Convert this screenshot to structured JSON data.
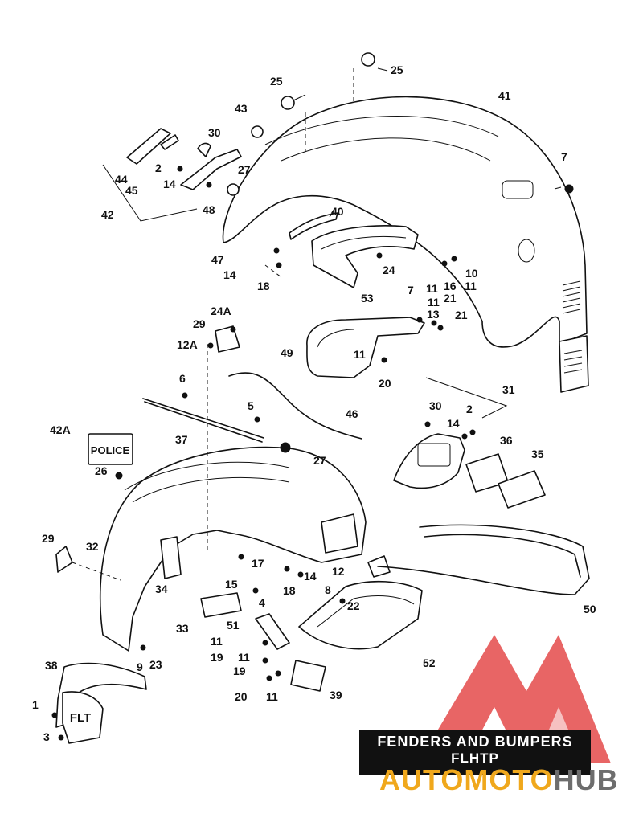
{
  "title_badge": {
    "line1": "FENDERS AND BUMPERS",
    "line2": "FLHTP"
  },
  "decal_text": "POLICE",
  "tip_emblem_text": "FLT",
  "watermark": {
    "part1": "AUTOMOTO",
    "part2": "HUB",
    "colors": {
      "red": "#e23a3a",
      "orange": "#f0a81c",
      "gray": "#6d6d6d"
    }
  },
  "callouts": [
    {
      "id": "c25a",
      "label": "25"
    },
    {
      "id": "c25b",
      "label": "25"
    },
    {
      "id": "c41",
      "label": "41"
    },
    {
      "id": "c43",
      "label": "43"
    },
    {
      "id": "c30a",
      "label": "30"
    },
    {
      "id": "c2a",
      "label": "2"
    },
    {
      "id": "c14a",
      "label": "14"
    },
    {
      "id": "c27a",
      "label": "27"
    },
    {
      "id": "c44",
      "label": "44"
    },
    {
      "id": "c45",
      "label": "45"
    },
    {
      "id": "c48",
      "label": "48"
    },
    {
      "id": "c42",
      "label": "42"
    },
    {
      "id": "c7a",
      "label": "7"
    },
    {
      "id": "c40",
      "label": "40"
    },
    {
      "id": "c47",
      "label": "47"
    },
    {
      "id": "c14b",
      "label": "14"
    },
    {
      "id": "c18a",
      "label": "18"
    },
    {
      "id": "c24",
      "label": "24"
    },
    {
      "id": "c10",
      "label": "10"
    },
    {
      "id": "c16",
      "label": "16"
    },
    {
      "id": "c11a",
      "label": "11"
    },
    {
      "id": "c21a",
      "label": "21"
    },
    {
      "id": "c11b",
      "label": "11"
    },
    {
      "id": "c53",
      "label": "53"
    },
    {
      "id": "c7b",
      "label": "7"
    },
    {
      "id": "c11c",
      "label": "11"
    },
    {
      "id": "c13",
      "label": "13"
    },
    {
      "id": "c21b",
      "label": "21"
    },
    {
      "id": "c24A",
      "label": "24A"
    },
    {
      "id": "c29a",
      "label": "29"
    },
    {
      "id": "c12A",
      "label": "12A"
    },
    {
      "id": "c49",
      "label": "49"
    },
    {
      "id": "c11d",
      "label": "11"
    },
    {
      "id": "c20a",
      "label": "20"
    },
    {
      "id": "c6",
      "label": "6"
    },
    {
      "id": "c31",
      "label": "31"
    },
    {
      "id": "c5",
      "label": "5"
    },
    {
      "id": "c46",
      "label": "46"
    },
    {
      "id": "c30b",
      "label": "30"
    },
    {
      "id": "c14c",
      "label": "14"
    },
    {
      "id": "c2b",
      "label": "2"
    },
    {
      "id": "c42A",
      "label": "42A"
    },
    {
      "id": "c37",
      "label": "37"
    },
    {
      "id": "c27b",
      "label": "27"
    },
    {
      "id": "c36",
      "label": "36"
    },
    {
      "id": "c35",
      "label": "35"
    },
    {
      "id": "c26",
      "label": "26"
    },
    {
      "id": "c29b",
      "label": "29"
    },
    {
      "id": "c32",
      "label": "32"
    },
    {
      "id": "c34",
      "label": "34"
    },
    {
      "id": "c17",
      "label": "17"
    },
    {
      "id": "c15",
      "label": "15"
    },
    {
      "id": "c14d",
      "label": "14"
    },
    {
      "id": "c18b",
      "label": "18"
    },
    {
      "id": "c4",
      "label": "4"
    },
    {
      "id": "c12",
      "label": "12"
    },
    {
      "id": "c8",
      "label": "8"
    },
    {
      "id": "c22",
      "label": "22"
    },
    {
      "id": "c50",
      "label": "50"
    },
    {
      "id": "c33",
      "label": "33"
    },
    {
      "id": "c51",
      "label": "51"
    },
    {
      "id": "c11e",
      "label": "11"
    },
    {
      "id": "c19a",
      "label": "19"
    },
    {
      "id": "c11f",
      "label": "11"
    },
    {
      "id": "c19b",
      "label": "19"
    },
    {
      "id": "c52",
      "label": "52"
    },
    {
      "id": "c9",
      "label": "9"
    },
    {
      "id": "c23",
      "label": "23"
    },
    {
      "id": "c38",
      "label": "38"
    },
    {
      "id": "c20b",
      "label": "20"
    },
    {
      "id": "c11g",
      "label": "11"
    },
    {
      "id": "c39",
      "label": "39"
    },
    {
      "id": "c1",
      "label": "1"
    },
    {
      "id": "c3",
      "label": "3"
    }
  ]
}
